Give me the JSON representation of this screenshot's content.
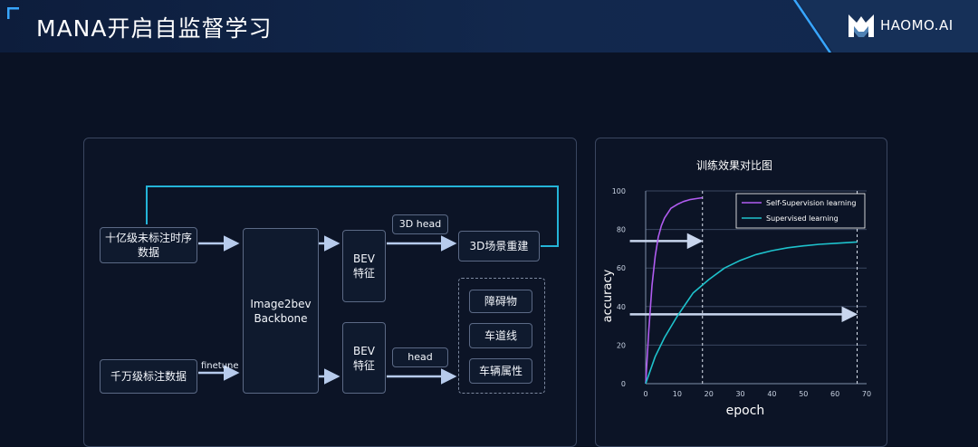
{
  "header": {
    "title": "MANA开启自监督学习",
    "brand": "HAOMO.AI",
    "logo_icon": "haomo-logo-icon",
    "accent": "#38a6ff"
  },
  "diagram": {
    "nodes": {
      "unlabeled": "十亿级未标注时序数据",
      "labeled": "千万级标注数据",
      "backbone": "Image2bev Backbone",
      "bev_top": "BEV 特征",
      "bev_bottom": "BEV 特征",
      "head_3d": "3D head",
      "head": "head",
      "scene": "3D场景重建",
      "obstacle": "障碍物",
      "lane": "车道线",
      "vehicle_attr": "车辆属性"
    },
    "edge_labels": {
      "finetune": "finetune"
    },
    "colors": {
      "feedback": "#24b4d8",
      "arrow": "#b7cbec"
    }
  },
  "chart_data": {
    "type": "line",
    "title": "训练效果对比图",
    "xlabel": "epoch",
    "ylabel": "accuracy",
    "xlim": [
      0,
      70
    ],
    "ylim": [
      0,
      100
    ],
    "xticks": [
      0,
      10,
      20,
      30,
      40,
      50,
      60,
      70
    ],
    "yticks": [
      0,
      20,
      40,
      60,
      80,
      100
    ],
    "grid": "horizontal",
    "legend": "top-right",
    "series": [
      {
        "name": "Self-Supervision learning",
        "color": "#b05cf0",
        "x": [
          0,
          1,
          2,
          3,
          4,
          5,
          6,
          8,
          10,
          12,
          14,
          16,
          18
        ],
        "y": [
          0,
          28,
          51,
          66,
          76,
          82,
          86,
          91,
          93,
          94.5,
          95.5,
          96,
          96.5
        ]
      },
      {
        "name": "Supervised learning",
        "color": "#1ec2cc",
        "x": [
          0,
          3,
          6,
          10,
          15,
          20,
          25,
          30,
          35,
          40,
          45,
          50,
          55,
          60,
          67
        ],
        "y": [
          0,
          14,
          24,
          35,
          47,
          54,
          60,
          64,
          67,
          69,
          70.5,
          71.5,
          72.3,
          72.8,
          73.5
        ]
      }
    ],
    "markers": [
      {
        "type": "vline",
        "x": 18
      },
      {
        "type": "vline",
        "x": 67
      },
      {
        "type": "harrow",
        "y": 74,
        "x_start": -5,
        "x_end": 18
      },
      {
        "type": "harrow",
        "y": 36,
        "x_start": -5,
        "x_end": 67
      }
    ]
  }
}
